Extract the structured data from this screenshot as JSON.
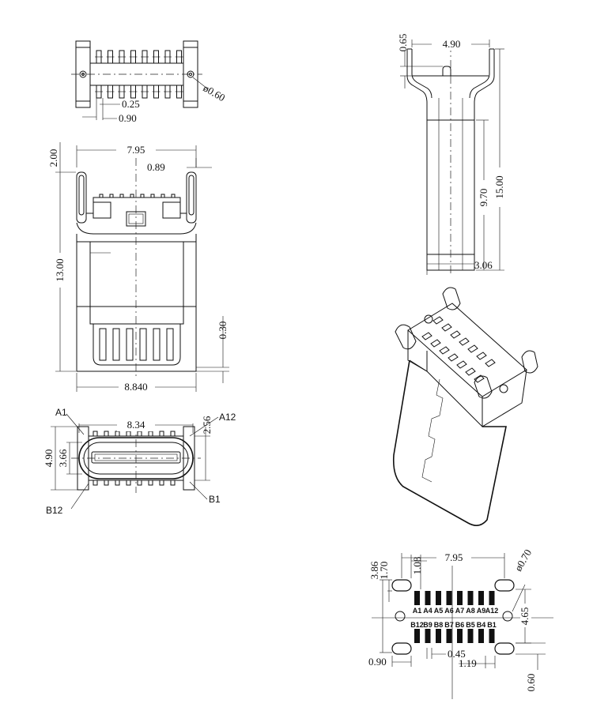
{
  "top_view": {
    "dims": {
      "d0": "ø0.60",
      "d1": "0.25",
      "d2": "0.90"
    }
  },
  "side_view": {
    "dims": {
      "d0": "0.65",
      "d1": "4.90",
      "d2": "9.70",
      "d3": "15.00",
      "d4": "3.06"
    }
  },
  "front_view": {
    "dims": {
      "d0": "2.00",
      "d1": "7.95",
      "d2": "0.89",
      "d3": "13.00",
      "d4": "0.30",
      "d5": "8.840"
    }
  },
  "end_view": {
    "pins": {
      "a1": "A1",
      "a12": "A12",
      "b12": "B12",
      "b1": "B1"
    },
    "dims": {
      "d0": "8.34",
      "d1": "2.56",
      "d2": "4.90",
      "d3": "3.66"
    }
  },
  "footprint": {
    "dims": {
      "d0": "3.86",
      "d1": "1.70",
      "d2": "1.08",
      "d3": "7.95",
      "d4": "ø0.70",
      "d5": "4.65",
      "d6": "0.90",
      "d7": "0.45",
      "d8": "1.19",
      "d9": "0.60"
    },
    "top_labels": [
      "A1",
      "A4",
      "A5",
      "A6",
      "A7",
      "A8",
      "A9",
      "A12"
    ],
    "bottom_labels": [
      "B12",
      "B9",
      "B8",
      "B7",
      "B6",
      "B5",
      "B4",
      "B1"
    ]
  }
}
